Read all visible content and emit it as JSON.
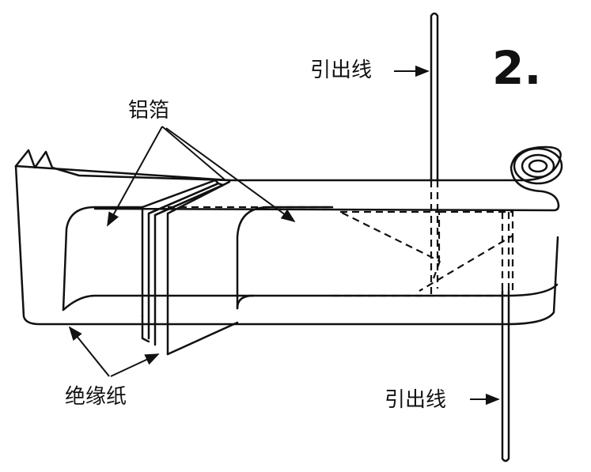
{
  "diagram": {
    "figure_number": "2.",
    "labels": {
      "lead_wire_top": "引出线",
      "lead_wire_bottom": "引出线",
      "aluminum_foil": "铝箔",
      "insulating_paper": "绝缘纸"
    }
  }
}
